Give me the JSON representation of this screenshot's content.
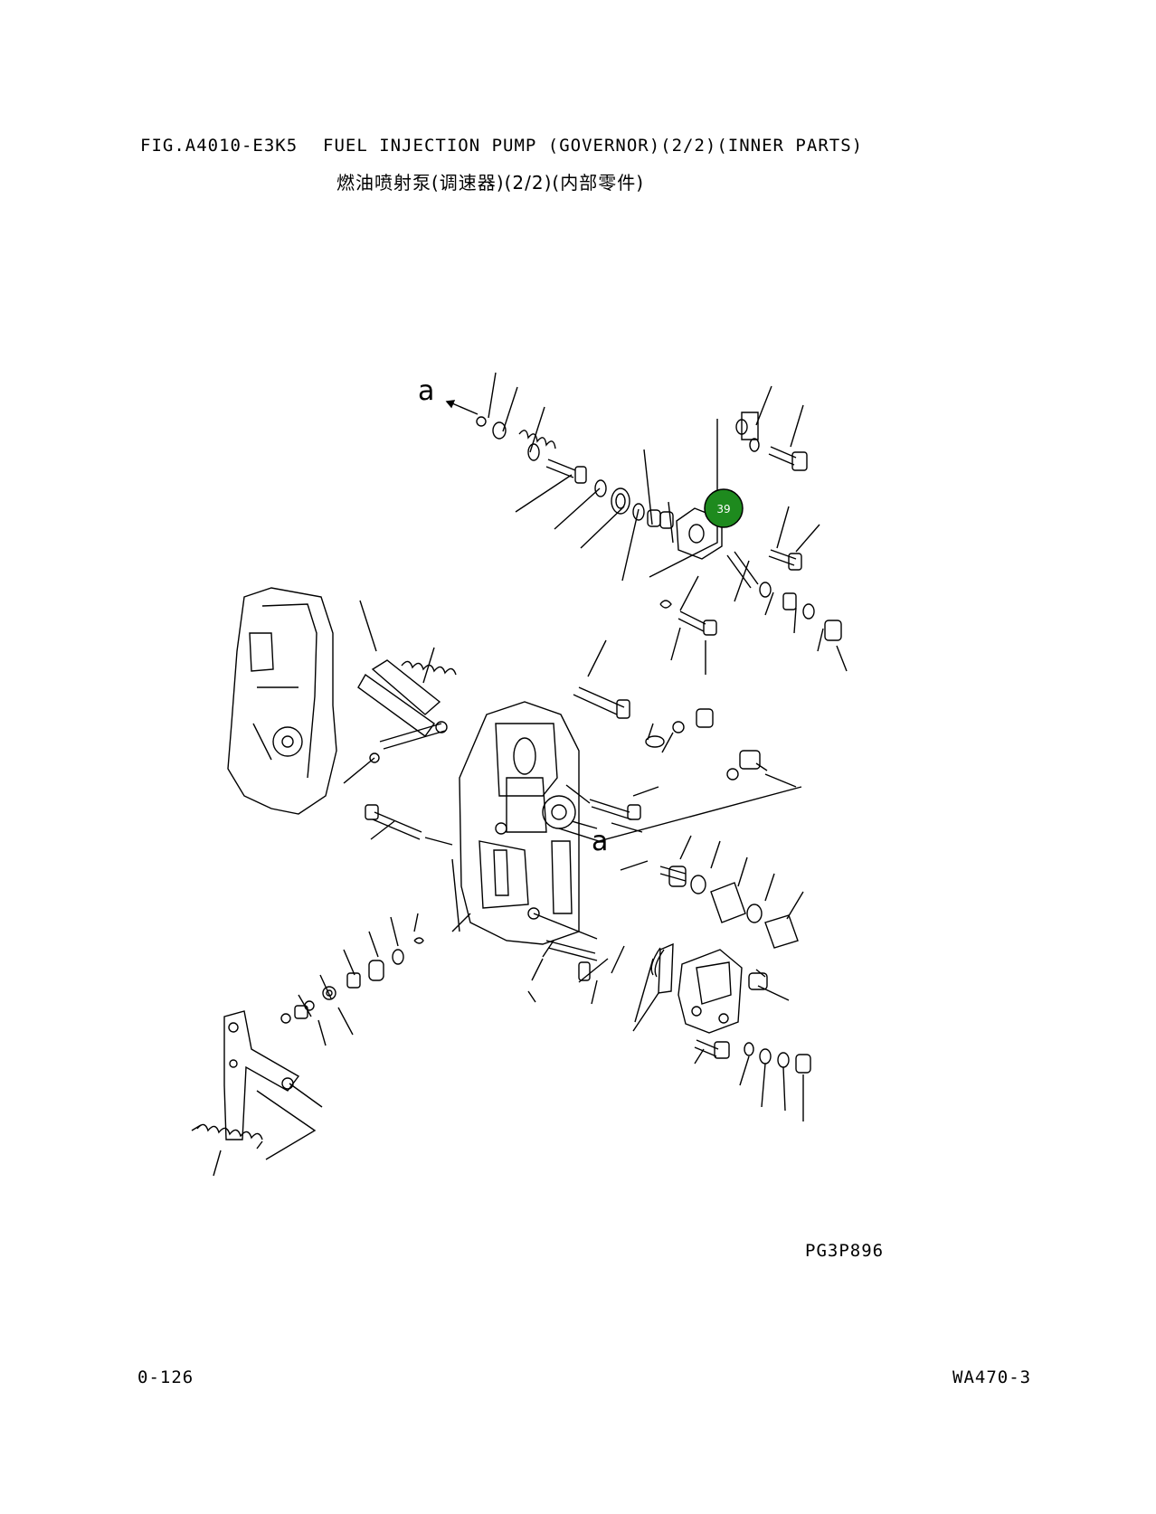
{
  "header": {
    "figure_code": "FIG.A4010-E3K5",
    "title_en": "FUEL INJECTION PUMP (GOVERNOR)(2/2)(INNER PARTS)",
    "title_cn": "燃油喷射泵(调速器)(2/2)(内部零件)"
  },
  "diagram": {
    "drawing_id": "PG3P896",
    "view_markers": [
      "a",
      "a"
    ],
    "callout": {
      "label": "39",
      "color": "#1e8a1e"
    }
  },
  "footer": {
    "page_number": "0-126",
    "model": "WA470-3"
  }
}
